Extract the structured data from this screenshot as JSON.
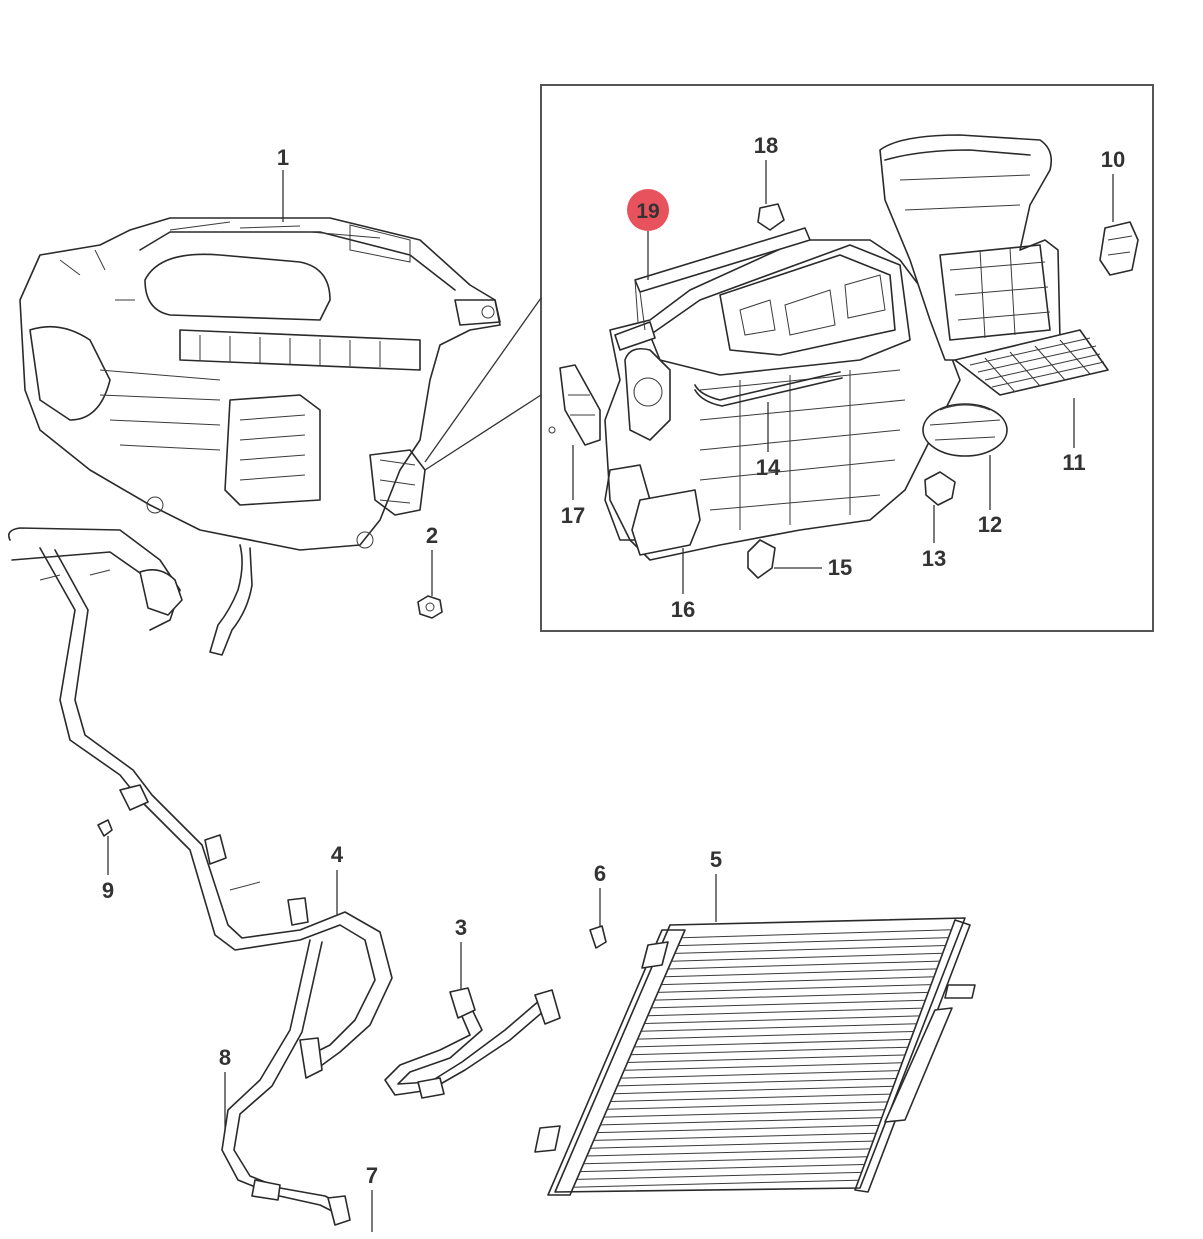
{
  "callouts": {
    "c1": "1",
    "c2": "2",
    "c3": "3",
    "c4": "4",
    "c5": "5",
    "c6": "6",
    "c7": "7",
    "c8": "8",
    "c9": "9",
    "c10": "10",
    "c11": "11",
    "c12": "12",
    "c13": "13",
    "c14": "14",
    "c15": "15",
    "c16": "16",
    "c17": "17",
    "c18": "18",
    "c19": "19"
  },
  "highlight": {
    "part": "19",
    "color": "#e8525c"
  },
  "colors": {
    "line": "#2a2a2a",
    "background": "#ffffff"
  }
}
